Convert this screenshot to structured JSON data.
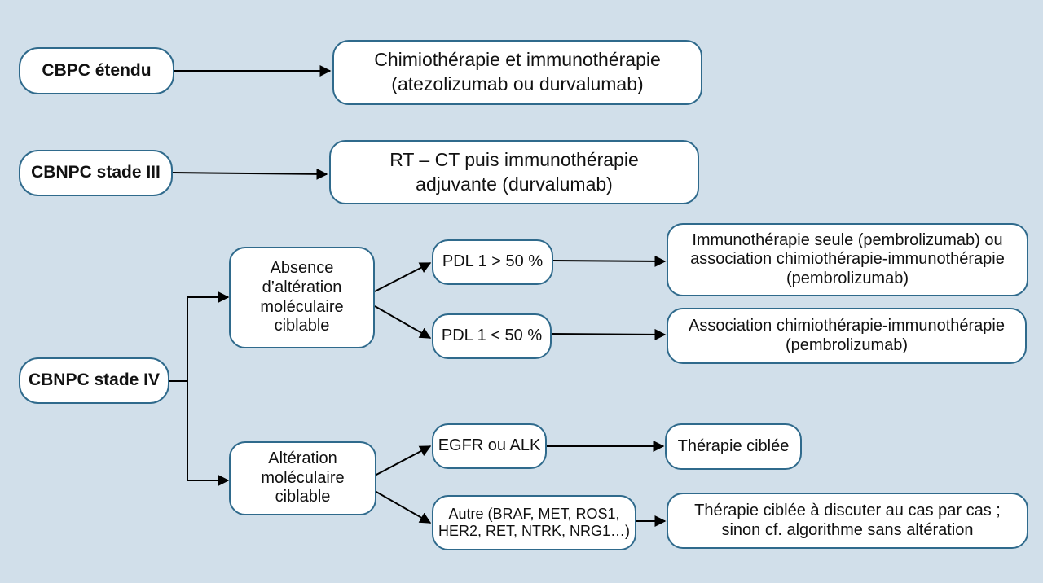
{
  "nodes": {
    "cbpc_etendu": "CBPC étendu",
    "chimio_immuno": "Chimiothérapie et immunothérapie\n(atezolizumab ou durvalumab)",
    "cbnpc_stade_3": "CBNPC stade III",
    "rt_ct": "RT – CT puis immunothérapie\nadjuvante (durvalumab)",
    "cbnpc_stade_4": "CBNPC stade IV",
    "absence_alteration": "Absence\nd’altération\nmoléculaire\nciblable",
    "pdl1_sup_50": "PDL 1 > 50 %",
    "immuno_seule": "Immunothérapie seule (pembrolizumab) ou\nassociation chimiothérapie-immunothérapie\n(pembrolizumab)",
    "pdl1_inf_50": "PDL 1 < 50 %",
    "association_chimio_immuno": "Association chimiothérapie-immunothérapie\n(pembrolizumab)",
    "alteration_ciblable": "Altération\nmoléculaire\nciblable",
    "egfr_alk": "EGFR ou ALK",
    "therapie_ciblee": "Thérapie ciblée",
    "autre_alterations": "Autre (BRAF, MET, ROS1,\nHER2, RET, NTRK, NRG1…)",
    "therapie_ciblee_cas_par_cas": "Thérapie ciblée à discuter au cas par cas ;\nsinon cf. algorithme sans altération"
  },
  "edges": [
    {
      "from": "cbpc_etendu",
      "to": "chimio_immuno"
    },
    {
      "from": "cbnpc_stade_3",
      "to": "rt_ct"
    },
    {
      "from": "cbnpc_stade_4",
      "to": "absence_alteration"
    },
    {
      "from": "cbnpc_stade_4",
      "to": "alteration_ciblable"
    },
    {
      "from": "absence_alteration",
      "to": "pdl1_sup_50"
    },
    {
      "from": "absence_alteration",
      "to": "pdl1_inf_50"
    },
    {
      "from": "pdl1_sup_50",
      "to": "immuno_seule"
    },
    {
      "from": "pdl1_inf_50",
      "to": "association_chimio_immuno"
    },
    {
      "from": "alteration_ciblable",
      "to": "egfr_alk"
    },
    {
      "from": "alteration_ciblable",
      "to": "autre_alterations"
    },
    {
      "from": "egfr_alk",
      "to": "therapie_ciblee"
    },
    {
      "from": "autre_alterations",
      "to": "therapie_ciblee_cas_par_cas"
    }
  ],
  "colors": {
    "background": "#d1dfea",
    "box_border": "#2f6a8c",
    "box_fill": "#ffffff",
    "arrow": "#000000"
  }
}
